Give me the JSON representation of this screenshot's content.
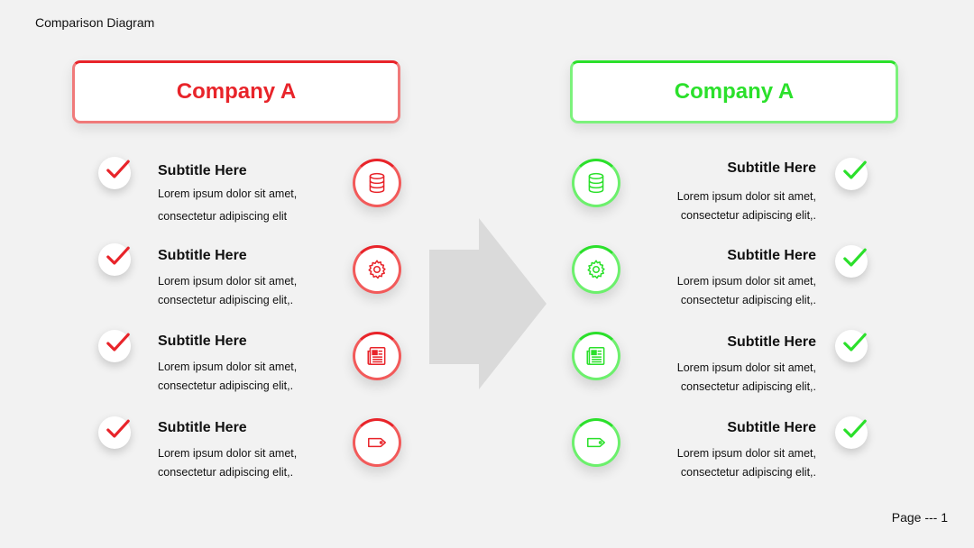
{
  "header": {
    "title": "Comparison Diagram"
  },
  "footer": {
    "page": "Page --- 1"
  },
  "colors": {
    "red": "#e8242a",
    "green": "#2be02b",
    "arrow": "#dadada",
    "background": "#f2f2f2"
  },
  "left": {
    "company": "Company A",
    "items": [
      {
        "subtitle": "Subtitle Here",
        "line1": "Lorem ipsum dolor sit amet,",
        "line2": "consectetur adipiscing elit",
        "icon": "database-icon"
      },
      {
        "subtitle": "Subtitle Here",
        "line1": "Lorem ipsum dolor sit amet,",
        "line2": "consectetur adipiscing elit,.",
        "icon": "gear-icon"
      },
      {
        "subtitle": "Subtitle Here",
        "line1": "Lorem ipsum dolor sit amet,",
        "line2": "consectetur adipiscing elit,.",
        "icon": "newspaper-icon"
      },
      {
        "subtitle": "Subtitle Here",
        "line1": "Lorem ipsum dolor sit amet,",
        "line2": "consectetur adipiscing elit,.",
        "icon": "tag-icon"
      }
    ]
  },
  "right": {
    "company": "Company A",
    "items": [
      {
        "subtitle": "Subtitle Here",
        "line1": "Lorem ipsum dolor sit amet,",
        "line2": "consectetur adipiscing elit,.",
        "icon": "database-icon"
      },
      {
        "subtitle": "Subtitle Here",
        "line1": "Lorem ipsum dolor sit amet,",
        "line2": "consectetur adipiscing elit,.",
        "icon": "gear-icon"
      },
      {
        "subtitle": "Subtitle Here",
        "line1": "Lorem ipsum dolor sit amet,",
        "line2": "consectetur adipiscing elit,.",
        "icon": "newspaper-icon"
      },
      {
        "subtitle": "Subtitle Here",
        "line1": "Lorem ipsum dolor sit amet,",
        "line2": "consectetur adipiscing elit,.",
        "icon": "tag-icon"
      }
    ]
  }
}
